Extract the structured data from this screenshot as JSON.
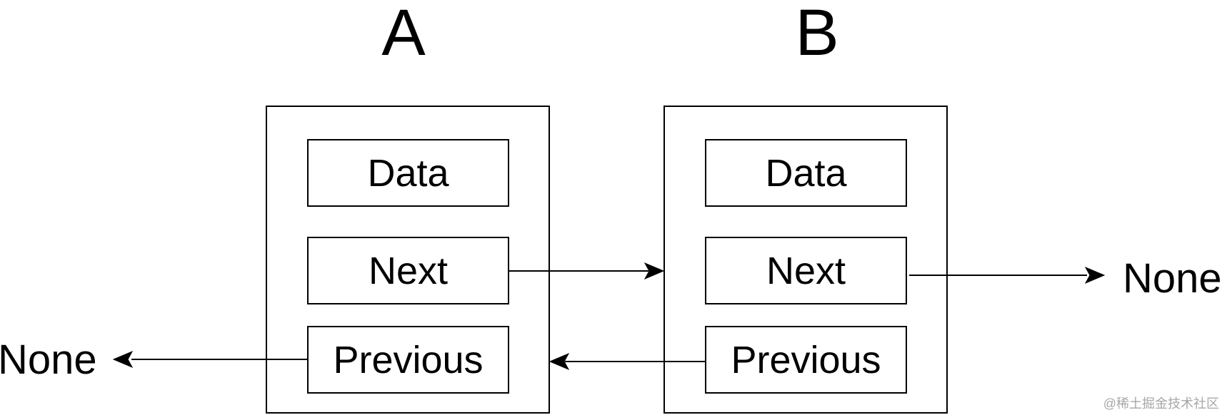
{
  "nodes": [
    {
      "label": "A",
      "fields": [
        "Data",
        "Next",
        "Previous"
      ]
    },
    {
      "label": "B",
      "fields": [
        "Data",
        "Next",
        "Previous"
      ]
    }
  ],
  "terminals": {
    "left": "None",
    "right": "None"
  },
  "watermark": "@稀土掘金技术社区",
  "colors": {
    "stroke": "#000000",
    "background": "#ffffff",
    "watermark": "#a7a7a7"
  }
}
